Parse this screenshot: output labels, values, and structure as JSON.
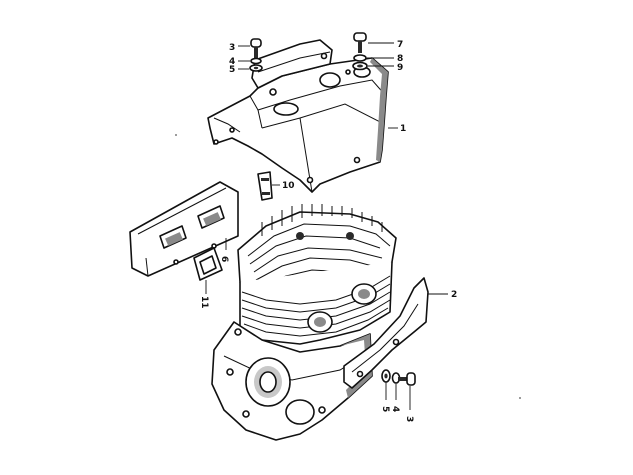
{
  "diagram": {
    "callouts": [
      {
        "id": "c3a",
        "label": "3"
      },
      {
        "id": "c4a",
        "label": "4"
      },
      {
        "id": "c5a",
        "label": "5"
      },
      {
        "id": "c7",
        "label": "7"
      },
      {
        "id": "c8",
        "label": "8"
      },
      {
        "id": "c9",
        "label": "9"
      },
      {
        "id": "c1",
        "label": "1"
      },
      {
        "id": "c10",
        "label": "10"
      },
      {
        "id": "c6",
        "label": "6"
      },
      {
        "id": "c11",
        "label": "11"
      },
      {
        "id": "c2",
        "label": "2"
      },
      {
        "id": "c5b",
        "label": "5"
      },
      {
        "id": "c4b",
        "label": "4"
      },
      {
        "id": "c3b",
        "label": "3"
      }
    ]
  }
}
